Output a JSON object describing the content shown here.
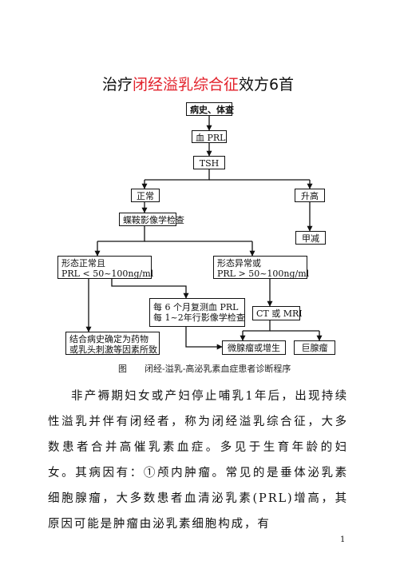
{
  "title": {
    "prefix": "治疗",
    "highlight": "闭经溢乳综合征",
    "suffix": "效方6首"
  },
  "flowchart": {
    "history": "病史、体查",
    "prl": "血 PRL",
    "tsh": "TSH",
    "normal": "正常",
    "elevated": "升高",
    "imaging": "蝶鞍影像学检查",
    "hypothyroid": "甲减",
    "morph_normal_l1": "形态正常且",
    "morph_normal_l2": "PRL < 50~100ng/ml",
    "morph_abnormal_l1": "形态异常或",
    "morph_abnormal_l2": "PRL > 50~100ng/ml",
    "followup_l1": "每 6 个月复测血 PRL",
    "followup_l2": "每 1~2年行影像学检查",
    "ct_mri": "CT 或 MRI",
    "drug_l1": "结合病史确定为药物",
    "drug_l2": "或乳头刺激等因素所致",
    "micro": "微腺瘤或增生",
    "macro": "巨腺瘤"
  },
  "caption": {
    "label": "图",
    "text": "闭经-溢乳-高泌乳素血症患者诊断程序"
  },
  "body": "非产褥期妇女或产妇停止哺乳1年后，出现持续性溢乳并伴有闭经者，称为闭经溢乳综合征，大多数患者合并高催乳素血症。多见于生育年龄的妇女。其病因有：①颅内肿瘤。常见的是垂体泌乳素细胞腺瘤，大多数患者血清泌乳素(PRL)增高，其原因可能是肿瘤由泌乳素细胞构成，有",
  "page_number": "1"
}
